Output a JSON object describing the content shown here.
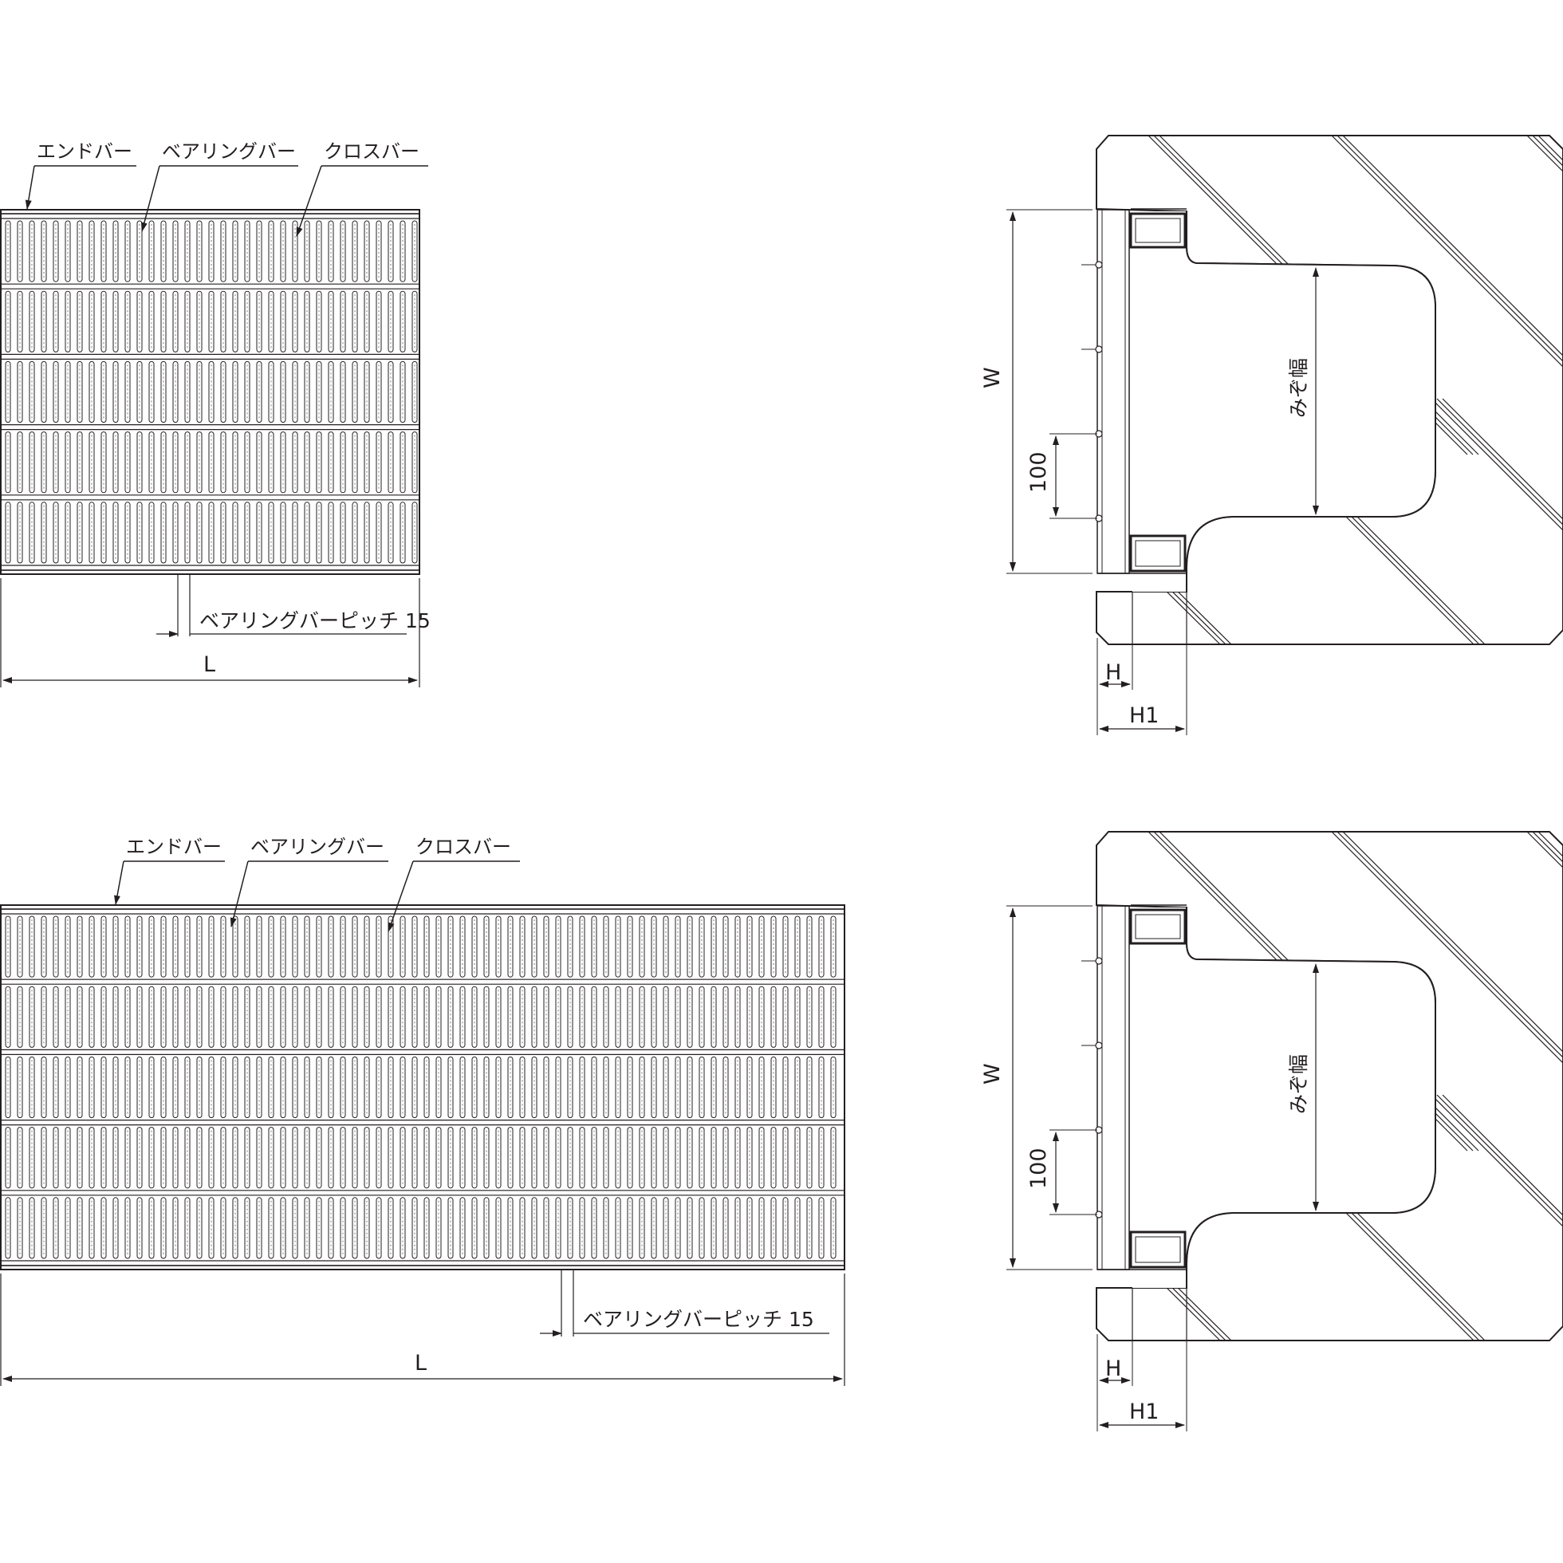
{
  "top": {
    "plan": {
      "end_bar": "エンドバー",
      "bearing_bar": "ベアリングバー",
      "cross_bar": "クロスバー",
      "pitch": "ベアリングバーピッチ 15",
      "length": "L"
    },
    "section": {
      "width": "W",
      "spacing": "100",
      "channel_width": "みぞ幅",
      "height": "H",
      "height_total": "H1"
    }
  },
  "bottom": {
    "plan": {
      "end_bar": "エンドバー",
      "bearing_bar": "ベアリングバー",
      "cross_bar": "クロスバー",
      "pitch": "ベアリングバーピッチ 15",
      "length": "L"
    },
    "section": {
      "width": "W",
      "spacing": "100",
      "channel_width": "みぞ幅",
      "height": "H",
      "height_total": "H1"
    }
  },
  "colors": {
    "line": "#231f20",
    "background": "#ffffff"
  }
}
